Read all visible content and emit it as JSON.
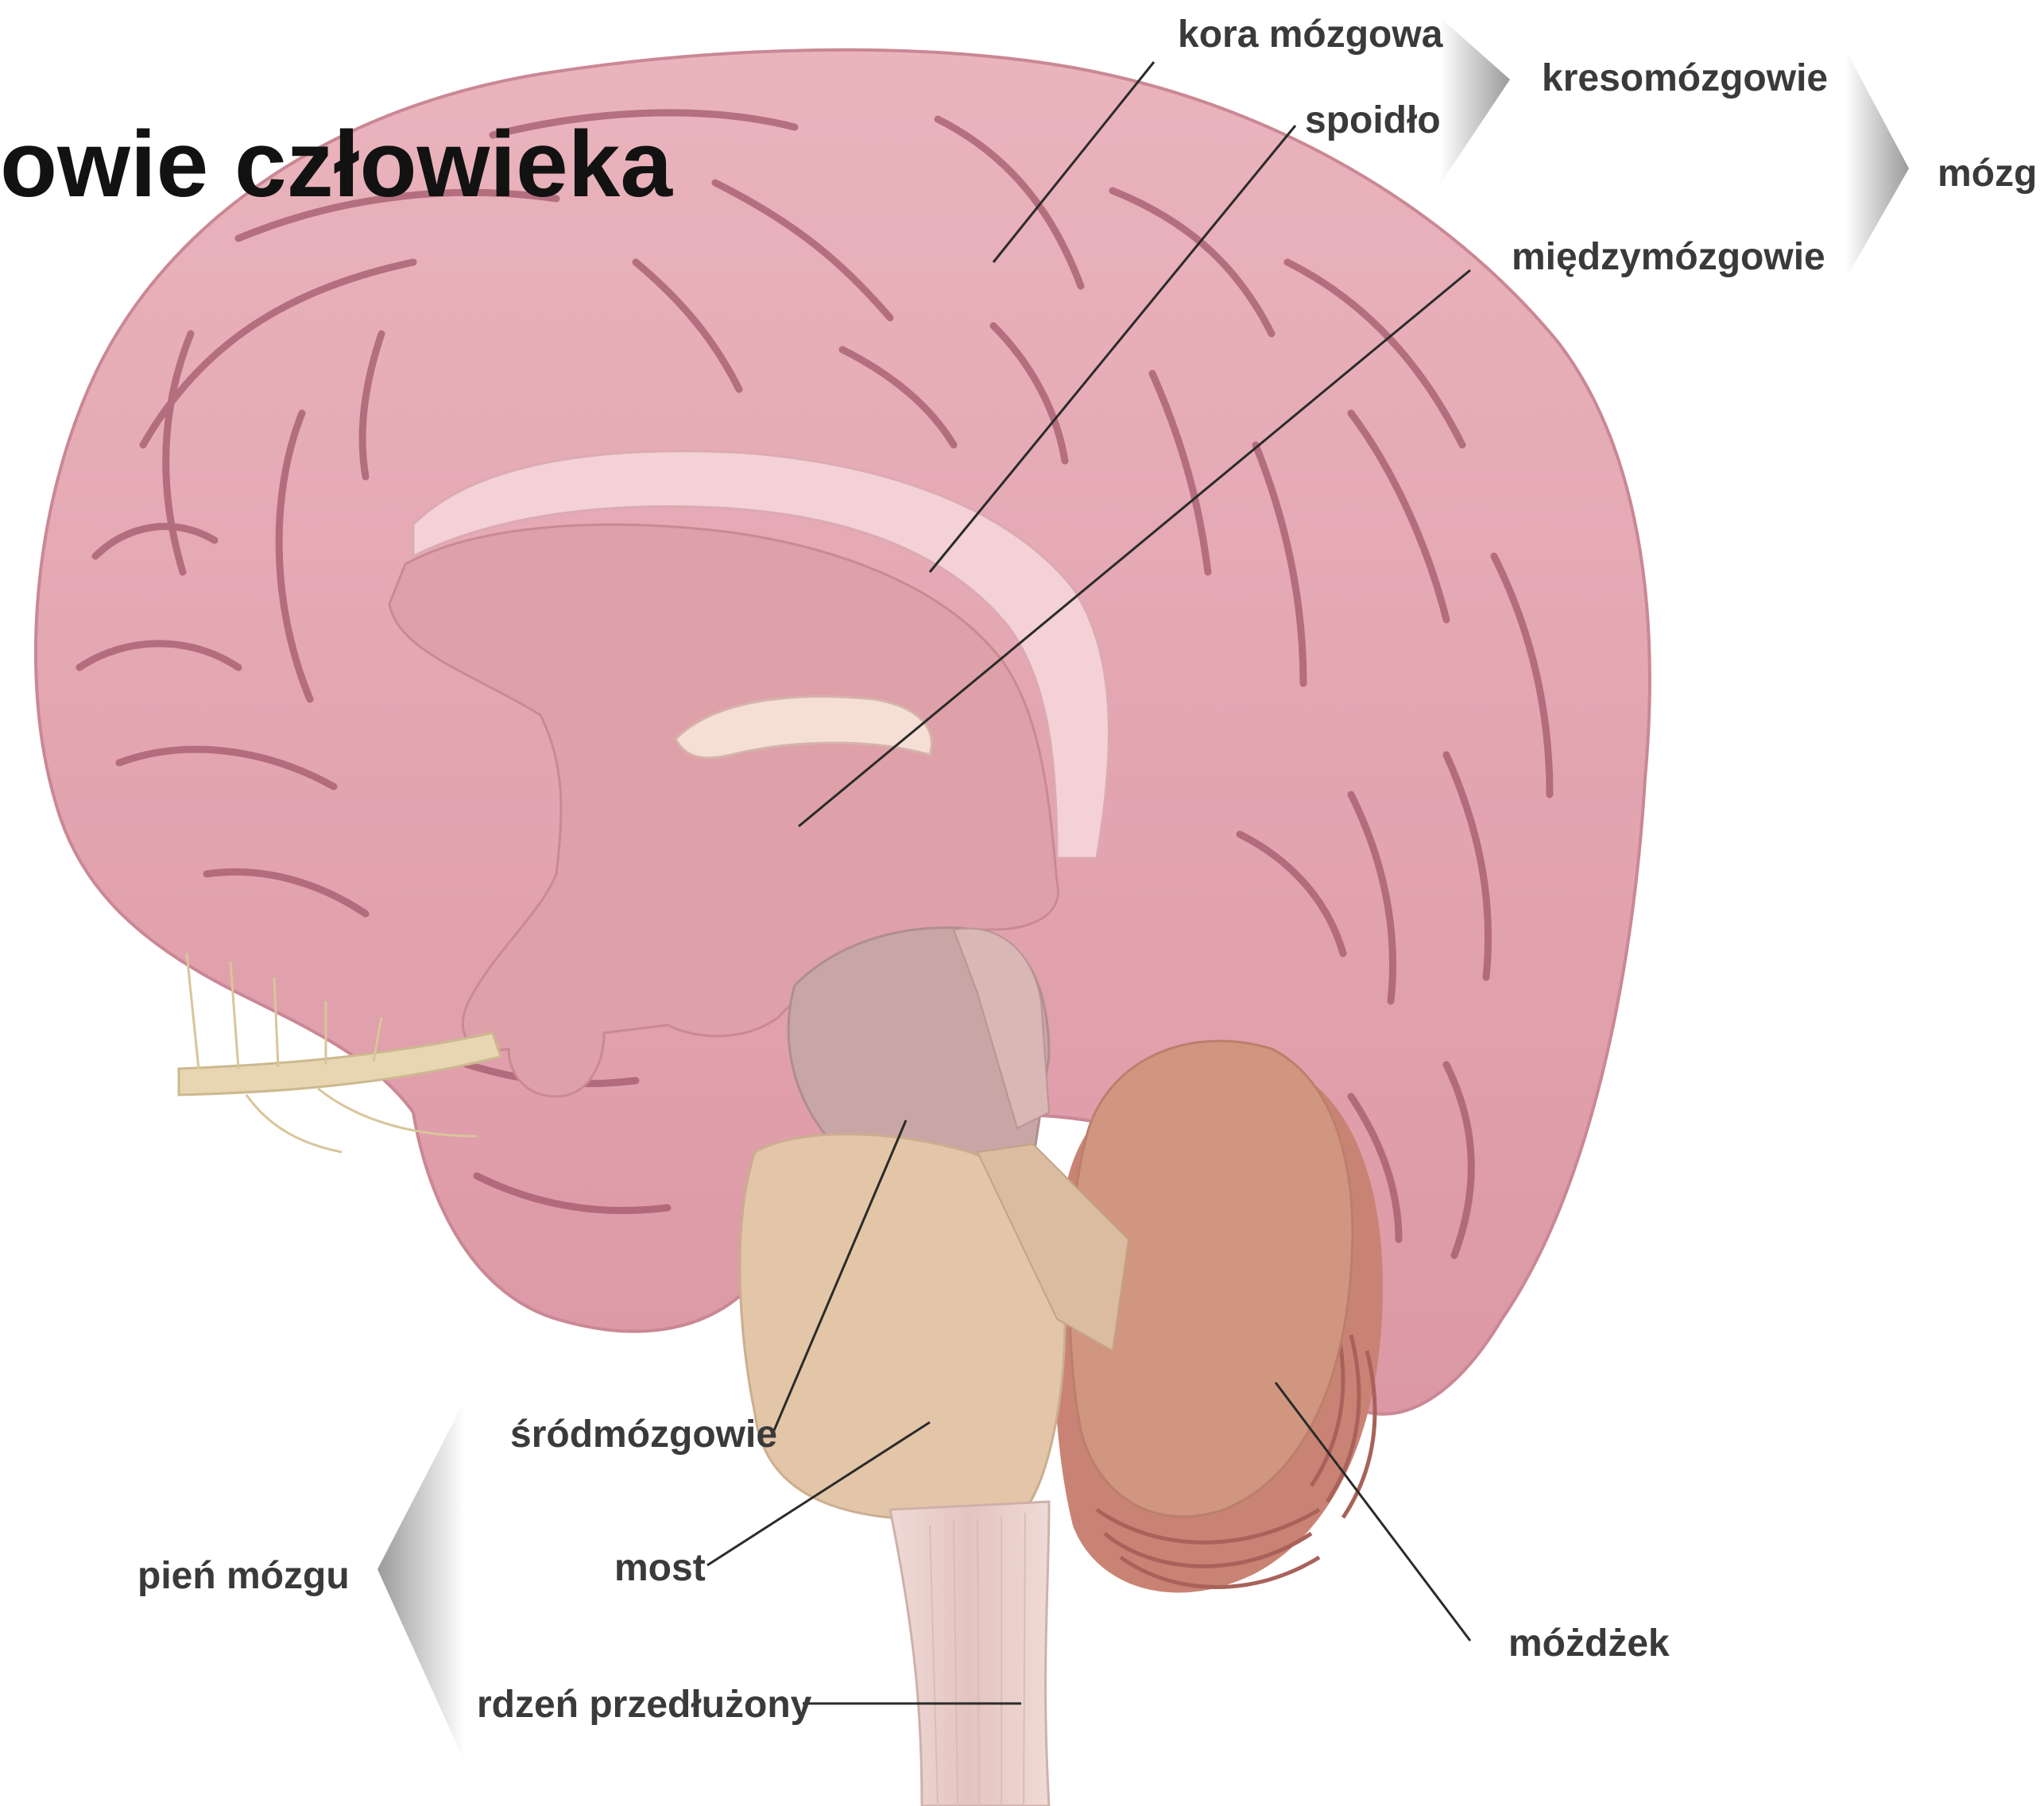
{
  "title": "owie człowieka",
  "labels": {
    "kora_mozgowa": "kora mózgowa",
    "spoidlo": "spoidło",
    "kresomozgowie": "kresomózgowie",
    "miedzymozgowie": "międzymózgowie",
    "mozg": "mózg",
    "srodmozgowie": "śródmózgowie",
    "most": "most",
    "rdzen": "rdzeń przedłużony",
    "mozdzek": "móżdżek",
    "pien_mozgu": "pień mózgu"
  },
  "colors": {
    "cortex": "#e7a9b3",
    "cortex_dark": "#b76b7a",
    "corpus_callosum": "#f2cdd0",
    "diencephalon": "#dfa0a8",
    "midbrain": "#c7a6a3",
    "pons": "#e3c4a6",
    "medulla": "#ead3cf",
    "cerebellum": "#d0937f",
    "cerebellum_lines": "#b7746a",
    "nerve": "#e8d7b4",
    "leader_line": "#2b2b2b",
    "arrow_grey": "#a9a9a9"
  }
}
